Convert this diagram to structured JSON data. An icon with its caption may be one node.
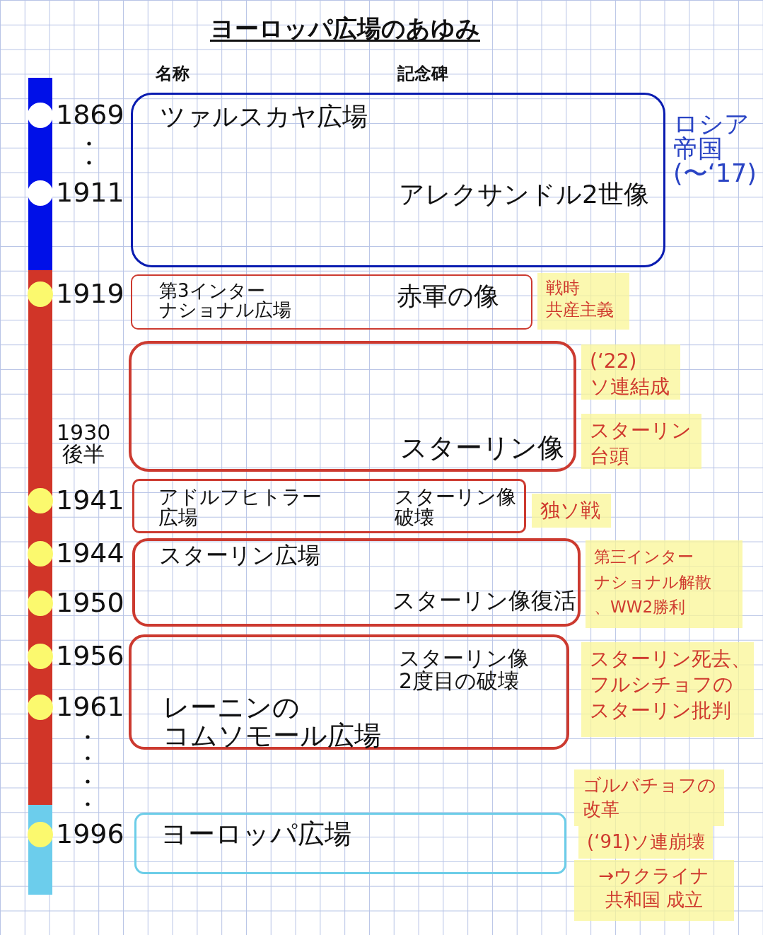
{
  "diagram": {
    "title": "ヨーロッパ広場のあゆみ",
    "nodes": [
      {
        "text": [
          "ツァルスカヤ広場",
          "アレクサンドル2世像"
        ]
      },
      {
        "text": [
          "第3インターナショナル広場",
          "赤軍の像"
        ]
      },
      {
        "text": [
          "スターリン像"
        ]
      },
      {
        "text": [
          "アドルフヒトラー広場",
          "スターリン像破壊"
        ]
      },
      {
        "text": [
          "スターリン広場",
          "スターリン像復活"
        ]
      },
      {
        "text": [
          "スターリン像2度目の破壊",
          "レーニンのコムソモール広場"
        ]
      },
      {
        "text": [
          "ヨーロッパ広場"
        ]
      }
    ],
    "edges": [],
    "labels": [
      "名称",
      "記念碑",
      "1869",
      "1911",
      "ロシア帝国(〜‘17)",
      "1919",
      "戦時共産主義",
      "(‘22)ソ連結成",
      "1930後半",
      "スターリン台頭",
      "1941",
      "独ソ戦",
      "1944",
      "第三インターナショナル解散、WW2勝利",
      "1950",
      "1956",
      "スターリン死去、フルシチョフのスターリン批判",
      "1961",
      "ゴルバチョフの改革",
      "1996",
      "(‘91)ソ連崩壊",
      "→ウクライナ共和国 成立"
    ]
  }
}
